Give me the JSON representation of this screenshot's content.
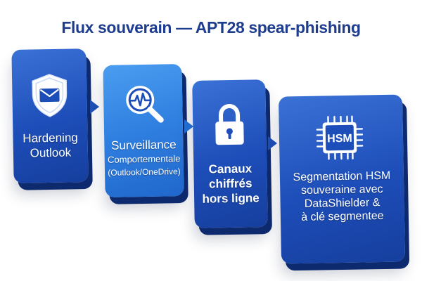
{
  "title": "Flux souverain — APT28 spear-phishing",
  "steps": [
    {
      "icon": "shield-envelope-icon",
      "lines": [
        "Hardening",
        "Outlook"
      ]
    },
    {
      "icon": "magnifier-pulse-icon",
      "lines": [
        "Surveillance",
        "Comportementale",
        "(Outlook/OneDrive)"
      ]
    },
    {
      "icon": "padlock-icon",
      "lines": [
        "Canaux",
        "chiffrés",
        "hors ligne"
      ]
    },
    {
      "icon": "hsm-chip-icon",
      "chip_label": "HSM",
      "lines": [
        "Segmentation HSM",
        "souveraine avec",
        "DataShielder &",
        "à clé segmentee"
      ]
    }
  ],
  "colors": {
    "title": "#1f3d8f",
    "card_dark": "#1d4db8",
    "card_light": "#2f7fe0",
    "text": "#ffffff"
  }
}
